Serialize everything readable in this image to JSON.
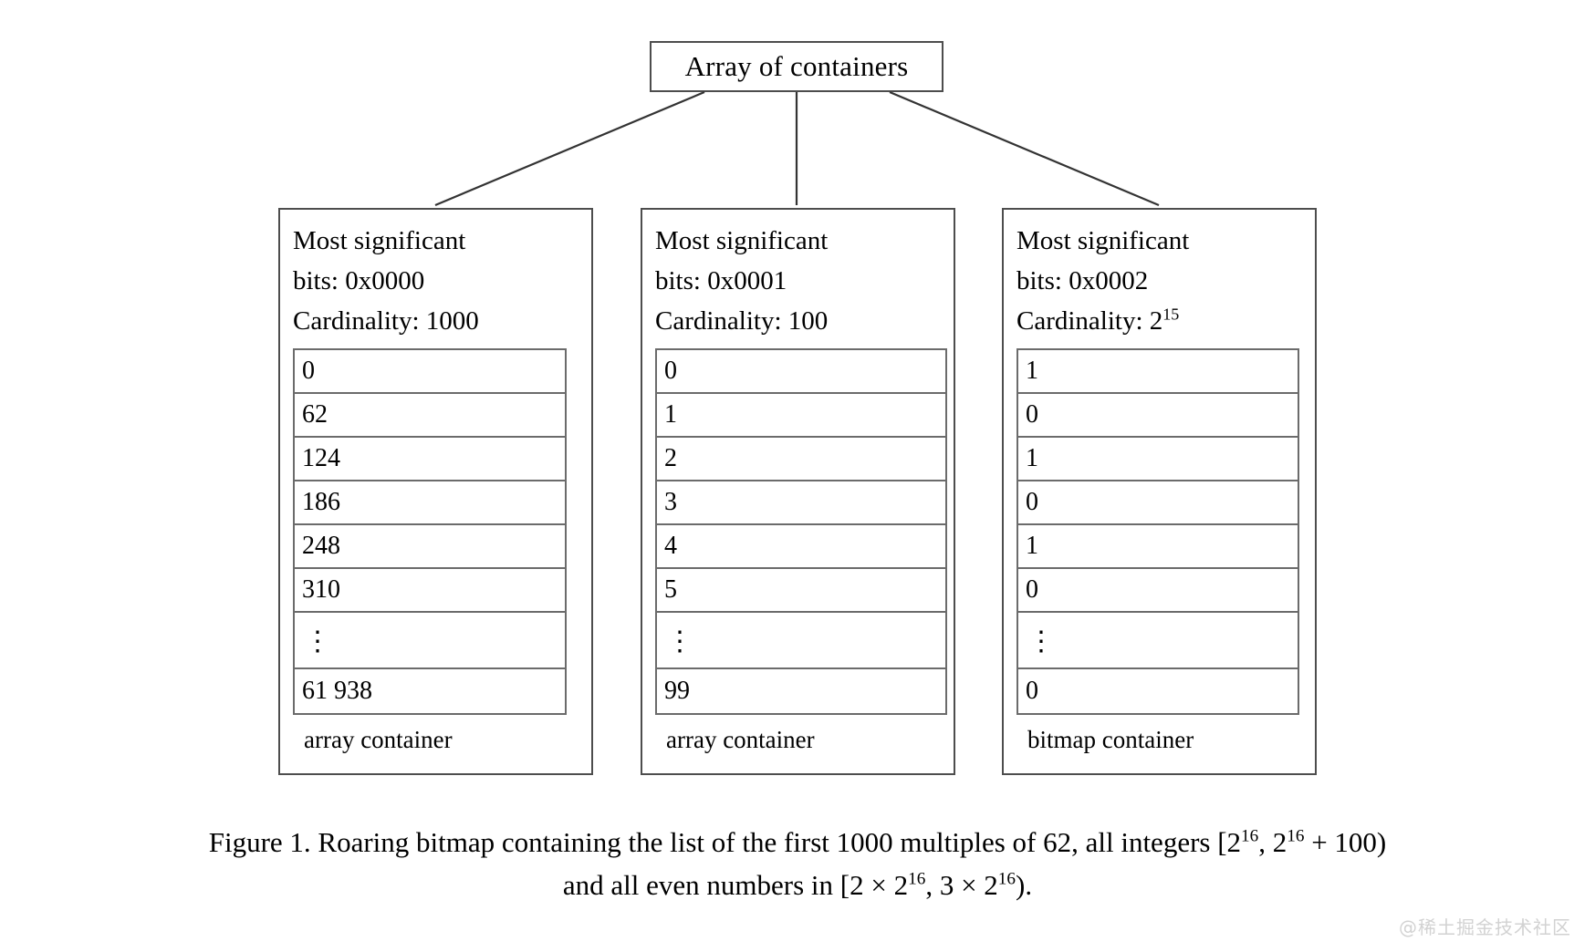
{
  "figure": {
    "root_box_label": "Array of containers",
    "containers": [
      {
        "msb_prefix": "Most significant",
        "bits_line": "bits: 0x0000",
        "cardinality_label": "Cardinality:",
        "cardinality_value": "1000",
        "cardinality_exponent": "",
        "cells": [
          "0",
          "62",
          "124",
          "186",
          "248",
          "310",
          "⋮",
          "61 938"
        ],
        "container_type_label": "array container"
      },
      {
        "msb_prefix": "Most significant",
        "bits_line": "bits: 0x0001",
        "cardinality_label": "Cardinality:",
        "cardinality_value": "100",
        "cardinality_exponent": "",
        "cells": [
          "0",
          "1",
          "2",
          "3",
          "4",
          "5",
          "⋮",
          "99"
        ],
        "container_type_label": "array container"
      },
      {
        "msb_prefix": "Most significant",
        "bits_line": "bits: 0x0002",
        "cardinality_label": "Cardinality:",
        "cardinality_value": "2",
        "cardinality_exponent": "15",
        "cells": [
          "1",
          "0",
          "1",
          "0",
          "1",
          "0",
          "⋮",
          "0"
        ],
        "container_type_label": "bitmap container"
      }
    ]
  },
  "caption": {
    "line1_a": "Figure 1. Roaring bitmap containing the list of the first 1000 multiples of 62, all integers [2",
    "line1_sup1": "16",
    "line1_b": ", 2",
    "line1_sup2": "16",
    "line1_c": " + 100)",
    "line2_a": "and all even numbers in [2 × 2",
    "line2_sup1": "16",
    "line2_b": ", 3 × 2",
    "line2_sup2": "16",
    "line2_c": ")."
  },
  "watermark": {
    "text": "@稀土掘金技术社区"
  },
  "colors": {
    "background": "#ffffff",
    "text": "#000000",
    "box_border": "#4d4d4d",
    "cell_border": "#6b6b6b",
    "connector_line": "#333333",
    "watermark": "#d2d2d2"
  }
}
